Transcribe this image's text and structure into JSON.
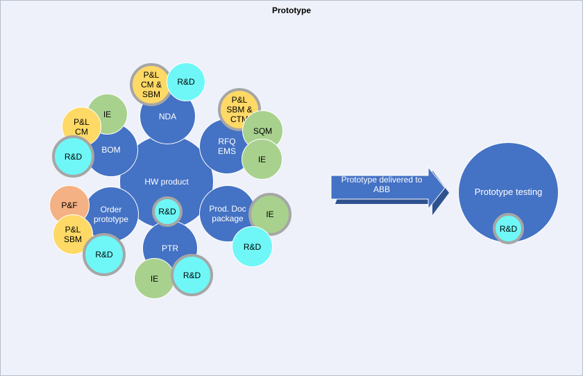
{
  "title": "Prototype",
  "hub": {
    "label": "HW product"
  },
  "nodes": {
    "nda": {
      "label": "NDA"
    },
    "rfq": {
      "label": "RFQ\nEMS"
    },
    "bom": {
      "label": "BOM"
    },
    "order": {
      "label": "Order\nprototype"
    },
    "prod_doc": {
      "label": "Prod. Doc\npackage"
    },
    "ptr": {
      "label": "PTR"
    }
  },
  "satellites": {
    "nda_pl": "P&L\nCM &\nSBM",
    "nda_rd": "R&D",
    "rfq_pl": "P&L\nSBM &\nCTM",
    "rfq_sqm": "SQM",
    "rfq_ie": "IE",
    "bom_ie": "IE",
    "bom_pl": "P&L\nCM",
    "bom_rd": "R&D",
    "order_pf": "P&F",
    "order_pl": "P&L\nSBM",
    "order_rd": "R&D",
    "hub_rd": "R&D",
    "prod_ie": "IE",
    "prod_rd": "R&D",
    "ptr_ie": "IE",
    "ptr_rd": "R&D"
  },
  "arrow": {
    "label": "Prototype delivered to\nABB"
  },
  "testing": {
    "label": "Prototype testing",
    "rd": "R&D"
  },
  "colors": {
    "blue": "#4472c4",
    "green": "#a9d18e",
    "yellow": "#ffd966",
    "cyan": "#6ff7f7",
    "orange": "#f4b183",
    "ring": "#a6a6a6"
  }
}
